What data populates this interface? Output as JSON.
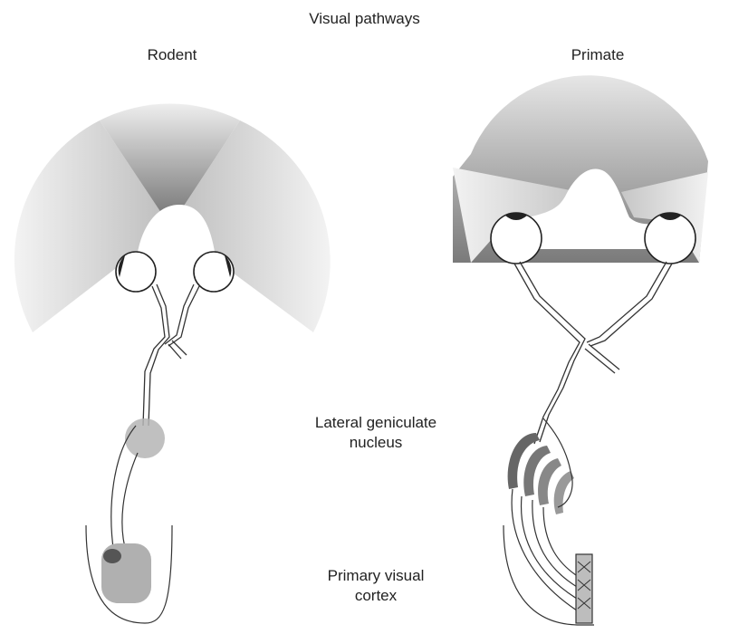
{
  "title": "Visual pathways",
  "species": {
    "rodent": "Rodent",
    "primate": "Primate"
  },
  "structures": {
    "lgn": [
      "Lateral geniculate",
      "nucleus"
    ],
    "v1": [
      "Primary visual",
      "cortex"
    ]
  }
}
